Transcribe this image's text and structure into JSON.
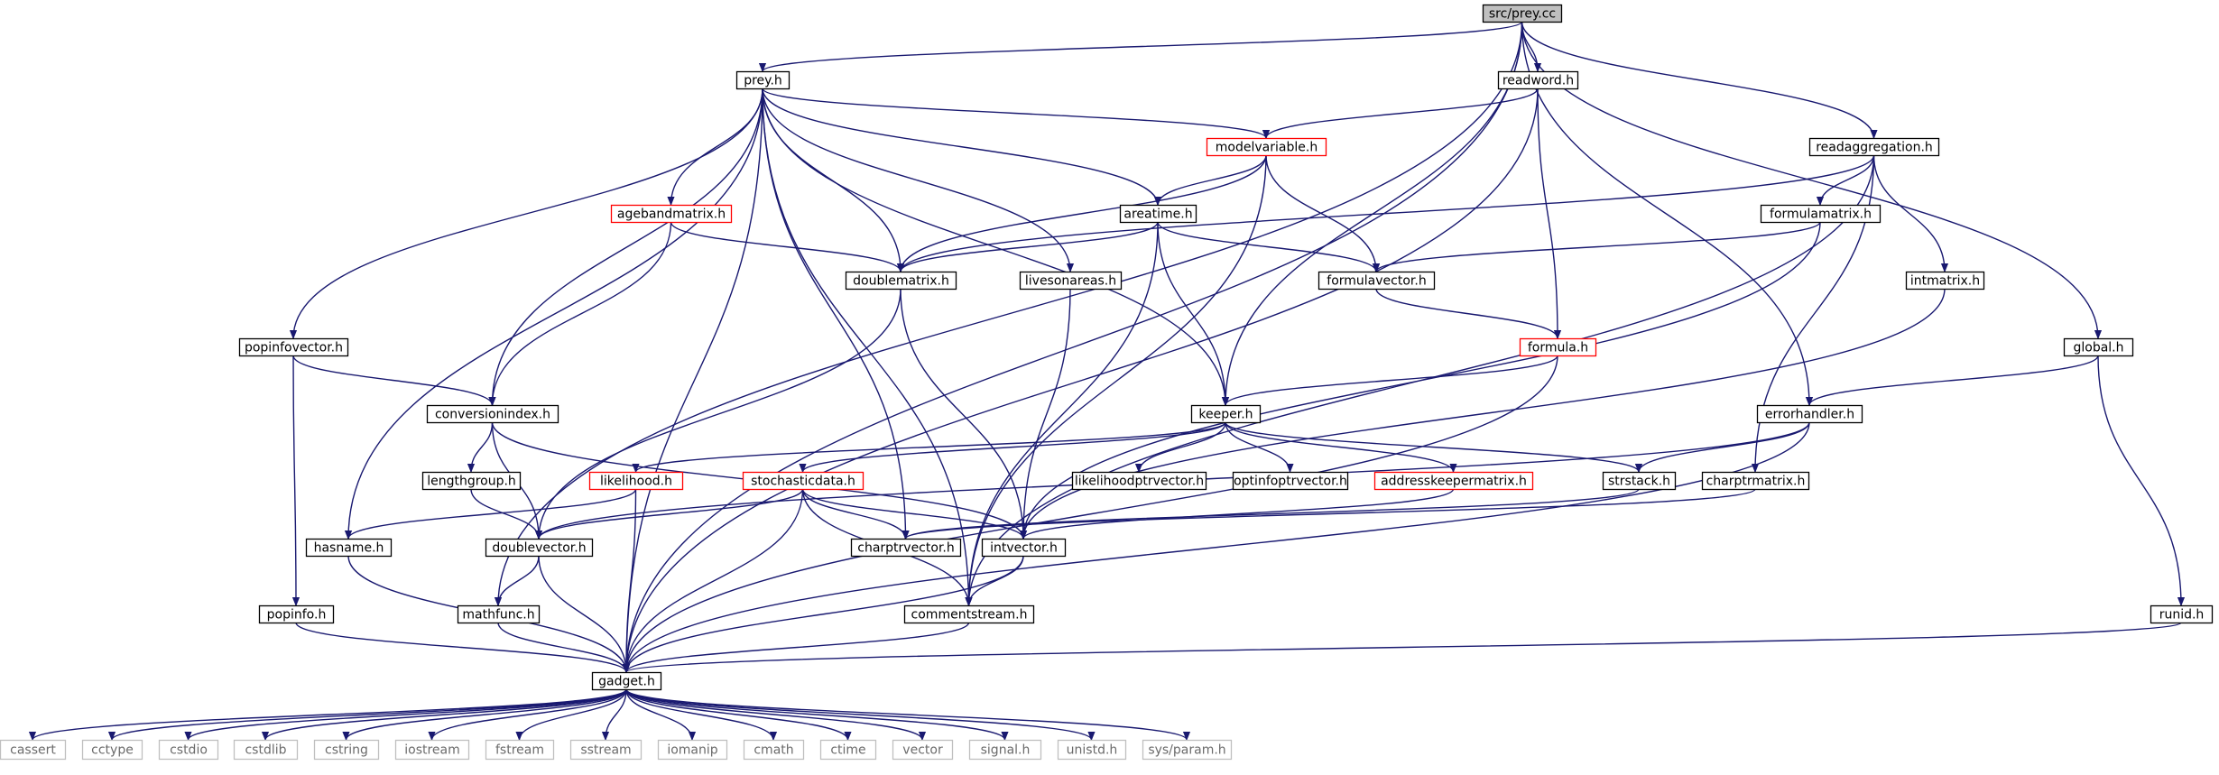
{
  "colors": {
    "edge": "#191970",
    "root_fill": "#bfbfbf",
    "link_border": "#ff0000",
    "node_border": "#000000",
    "system_border": "#bfbfbf"
  },
  "nodes": [
    {
      "id": "src_prey_cc",
      "label": "src/prey.cc",
      "kind": "root"
    },
    {
      "id": "prey_h",
      "label": "prey.h",
      "kind": "normal"
    },
    {
      "id": "readword_h",
      "label": "readword.h",
      "kind": "normal"
    },
    {
      "id": "modelvariable_h",
      "label": "modelvariable.h",
      "kind": "link"
    },
    {
      "id": "readaggregation_h",
      "label": "readaggregation.h",
      "kind": "normal"
    },
    {
      "id": "agebandmatrix_h",
      "label": "agebandmatrix.h",
      "kind": "link"
    },
    {
      "id": "areatime_h",
      "label": "areatime.h",
      "kind": "normal"
    },
    {
      "id": "formulamatrix_h",
      "label": "formulamatrix.h",
      "kind": "normal"
    },
    {
      "id": "doublematrix_h",
      "label": "doublematrix.h",
      "kind": "normal"
    },
    {
      "id": "livesonareas_h",
      "label": "livesonareas.h",
      "kind": "normal"
    },
    {
      "id": "formulavector_h",
      "label": "formulavector.h",
      "kind": "normal"
    },
    {
      "id": "intmatrix_h",
      "label": "intmatrix.h",
      "kind": "normal"
    },
    {
      "id": "popinfovector_h",
      "label": "popinfovector.h",
      "kind": "normal"
    },
    {
      "id": "formula_h",
      "label": "formula.h",
      "kind": "link"
    },
    {
      "id": "global_h",
      "label": "global.h",
      "kind": "normal"
    },
    {
      "id": "conversionindex_h",
      "label": "conversionindex.h",
      "kind": "normal"
    },
    {
      "id": "keeper_h",
      "label": "keeper.h",
      "kind": "normal"
    },
    {
      "id": "errorhandler_h",
      "label": "errorhandler.h",
      "kind": "normal"
    },
    {
      "id": "lengthgroup_h",
      "label": "lengthgroup.h",
      "kind": "normal"
    },
    {
      "id": "likelihood_h",
      "label": "likelihood.h",
      "kind": "link"
    },
    {
      "id": "stochasticdata_h",
      "label": "stochasticdata.h",
      "kind": "link"
    },
    {
      "id": "likelihoodptrvector_h",
      "label": "likelihoodptrvector.h",
      "kind": "normal"
    },
    {
      "id": "optinfoptrvector_h",
      "label": "optinfoptrvector.h",
      "kind": "normal"
    },
    {
      "id": "addresskeepermatrix_h",
      "label": "addresskeepermatrix.h",
      "kind": "link"
    },
    {
      "id": "strstack_h",
      "label": "strstack.h",
      "kind": "normal"
    },
    {
      "id": "charptrmatrix_h",
      "label": "charptrmatrix.h",
      "kind": "normal"
    },
    {
      "id": "hasname_h",
      "label": "hasname.h",
      "kind": "normal"
    },
    {
      "id": "doublevector_h",
      "label": "doublevector.h",
      "kind": "normal"
    },
    {
      "id": "charptrvector_h",
      "label": "charptrvector.h",
      "kind": "normal"
    },
    {
      "id": "intvector_h",
      "label": "intvector.h",
      "kind": "normal"
    },
    {
      "id": "popinfo_h",
      "label": "popinfo.h",
      "kind": "normal"
    },
    {
      "id": "mathfunc_h",
      "label": "mathfunc.h",
      "kind": "normal"
    },
    {
      "id": "commentstream_h",
      "label": "commentstream.h",
      "kind": "normal"
    },
    {
      "id": "runid_h",
      "label": "runid.h",
      "kind": "normal"
    },
    {
      "id": "gadget_h",
      "label": "gadget.h",
      "kind": "normal"
    },
    {
      "id": "cassert",
      "label": "cassert",
      "kind": "sys"
    },
    {
      "id": "cctype",
      "label": "cctype",
      "kind": "sys"
    },
    {
      "id": "cstdio",
      "label": "cstdio",
      "kind": "sys"
    },
    {
      "id": "cstdlib",
      "label": "cstdlib",
      "kind": "sys"
    },
    {
      "id": "cstring",
      "label": "cstring",
      "kind": "sys"
    },
    {
      "id": "iostream",
      "label": "iostream",
      "kind": "sys"
    },
    {
      "id": "fstream",
      "label": "fstream",
      "kind": "sys"
    },
    {
      "id": "sstream",
      "label": "sstream",
      "kind": "sys"
    },
    {
      "id": "iomanip",
      "label": "iomanip",
      "kind": "sys"
    },
    {
      "id": "cmath",
      "label": "cmath",
      "kind": "sys"
    },
    {
      "id": "ctime",
      "label": "ctime",
      "kind": "sys"
    },
    {
      "id": "vector",
      "label": "vector",
      "kind": "sys"
    },
    {
      "id": "signal_h",
      "label": "signal.h",
      "kind": "sys"
    },
    {
      "id": "unistd_h",
      "label": "unistd.h",
      "kind": "sys"
    },
    {
      "id": "sys_param_h",
      "label": "sys/param.h",
      "kind": "sys"
    }
  ],
  "edges": [
    [
      "src_prey_cc",
      "prey_h"
    ],
    [
      "src_prey_cc",
      "readword_h"
    ],
    [
      "src_prey_cc",
      "readaggregation_h"
    ],
    [
      "src_prey_cc",
      "keeper_h"
    ],
    [
      "src_prey_cc",
      "errorhandler_h"
    ],
    [
      "src_prey_cc",
      "global_h"
    ],
    [
      "src_prey_cc",
      "mathfunc_h"
    ],
    [
      "src_prey_cc",
      "gadget_h"
    ],
    [
      "prey_h",
      "modelvariable_h"
    ],
    [
      "prey_h",
      "agebandmatrix_h"
    ],
    [
      "prey_h",
      "areatime_h"
    ],
    [
      "prey_h",
      "doublematrix_h"
    ],
    [
      "prey_h",
      "livesonareas_h"
    ],
    [
      "prey_h",
      "popinfovector_h"
    ],
    [
      "prey_h",
      "conversionindex_h"
    ],
    [
      "prey_h",
      "keeper_h"
    ],
    [
      "prey_h",
      "hasname_h"
    ],
    [
      "prey_h",
      "charptrvector_h"
    ],
    [
      "prey_h",
      "commentstream_h"
    ],
    [
      "prey_h",
      "gadget_h"
    ],
    [
      "readword_h",
      "modelvariable_h"
    ],
    [
      "readword_h",
      "formula_h"
    ],
    [
      "readword_h",
      "gadget_h"
    ],
    [
      "modelvariable_h",
      "areatime_h"
    ],
    [
      "modelvariable_h",
      "doublematrix_h"
    ],
    [
      "modelvariable_h",
      "formulavector_h"
    ],
    [
      "modelvariable_h",
      "commentstream_h"
    ],
    [
      "readaggregation_h",
      "formulamatrix_h"
    ],
    [
      "readaggregation_h",
      "intmatrix_h"
    ],
    [
      "readaggregation_h",
      "charptrmatrix_h"
    ],
    [
      "readaggregation_h",
      "doublematrix_h"
    ],
    [
      "readaggregation_h",
      "commentstream_h"
    ],
    [
      "agebandmatrix_h",
      "doublematrix_h"
    ],
    [
      "agebandmatrix_h",
      "conversionindex_h"
    ],
    [
      "areatime_h",
      "doublematrix_h"
    ],
    [
      "areatime_h",
      "formulavector_h"
    ],
    [
      "areatime_h",
      "keeper_h"
    ],
    [
      "areatime_h",
      "commentstream_h"
    ],
    [
      "formulamatrix_h",
      "formulavector_h"
    ],
    [
      "formulamatrix_h",
      "intvector_h"
    ],
    [
      "doublematrix_h",
      "doublevector_h"
    ],
    [
      "doublematrix_h",
      "intvector_h"
    ],
    [
      "livesonareas_h",
      "intvector_h"
    ],
    [
      "formulavector_h",
      "formula_h"
    ],
    [
      "intmatrix_h",
      "intvector_h"
    ],
    [
      "popinfovector_h",
      "conversionindex_h"
    ],
    [
      "popinfovector_h",
      "popinfo_h"
    ],
    [
      "formula_h",
      "keeper_h"
    ],
    [
      "formula_h",
      "gadget_h"
    ],
    [
      "global_h",
      "errorhandler_h"
    ],
    [
      "global_h",
      "runid_h"
    ],
    [
      "conversionindex_h",
      "lengthgroup_h"
    ],
    [
      "conversionindex_h",
      "doublevector_h"
    ],
    [
      "conversionindex_h",
      "intvector_h"
    ],
    [
      "keeper_h",
      "likelihood_h"
    ],
    [
      "keeper_h",
      "stochasticdata_h"
    ],
    [
      "keeper_h",
      "likelihoodptrvector_h"
    ],
    [
      "keeper_h",
      "optinfoptrvector_h"
    ],
    [
      "keeper_h",
      "addresskeepermatrix_h"
    ],
    [
      "keeper_h",
      "strstack_h"
    ],
    [
      "errorhandler_h",
      "strstack_h"
    ],
    [
      "errorhandler_h",
      "doublevector_h"
    ],
    [
      "errorhandler_h",
      "gadget_h"
    ],
    [
      "lengthgroup_h",
      "doublevector_h"
    ],
    [
      "likelihood_h",
      "hasname_h"
    ],
    [
      "likelihood_h",
      "gadget_h"
    ],
    [
      "stochasticdata_h",
      "doublevector_h"
    ],
    [
      "stochasticdata_h",
      "charptrvector_h"
    ],
    [
      "stochasticdata_h",
      "intvector_h"
    ],
    [
      "stochasticdata_h",
      "commentstream_h"
    ],
    [
      "stochasticdata_h",
      "gadget_h"
    ],
    [
      "addresskeepermatrix_h",
      "intvector_h"
    ],
    [
      "strstack_h",
      "charptrvector_h"
    ],
    [
      "charptrmatrix_h",
      "charptrvector_h"
    ],
    [
      "hasname_h",
      "gadget_h"
    ],
    [
      "doublevector_h",
      "mathfunc_h"
    ],
    [
      "doublevector_h",
      "gadget_h"
    ],
    [
      "intvector_h",
      "commentstream_h"
    ],
    [
      "intvector_h",
      "gadget_h"
    ],
    [
      "popinfo_h",
      "gadget_h"
    ],
    [
      "mathfunc_h",
      "gadget_h"
    ],
    [
      "commentstream_h",
      "gadget_h"
    ],
    [
      "runid_h",
      "gadget_h"
    ],
    [
      "gadget_h",
      "cassert"
    ],
    [
      "gadget_h",
      "cctype"
    ],
    [
      "gadget_h",
      "cstdio"
    ],
    [
      "gadget_h",
      "cstdlib"
    ],
    [
      "gadget_h",
      "cstring"
    ],
    [
      "gadget_h",
      "iostream"
    ],
    [
      "gadget_h",
      "fstream"
    ],
    [
      "gadget_h",
      "sstream"
    ],
    [
      "gadget_h",
      "iomanip"
    ],
    [
      "gadget_h",
      "cmath"
    ],
    [
      "gadget_h",
      "ctime"
    ],
    [
      "gadget_h",
      "vector"
    ],
    [
      "gadget_h",
      "signal_h"
    ],
    [
      "gadget_h",
      "unistd_h"
    ],
    [
      "gadget_h",
      "sys_param_h"
    ]
  ]
}
